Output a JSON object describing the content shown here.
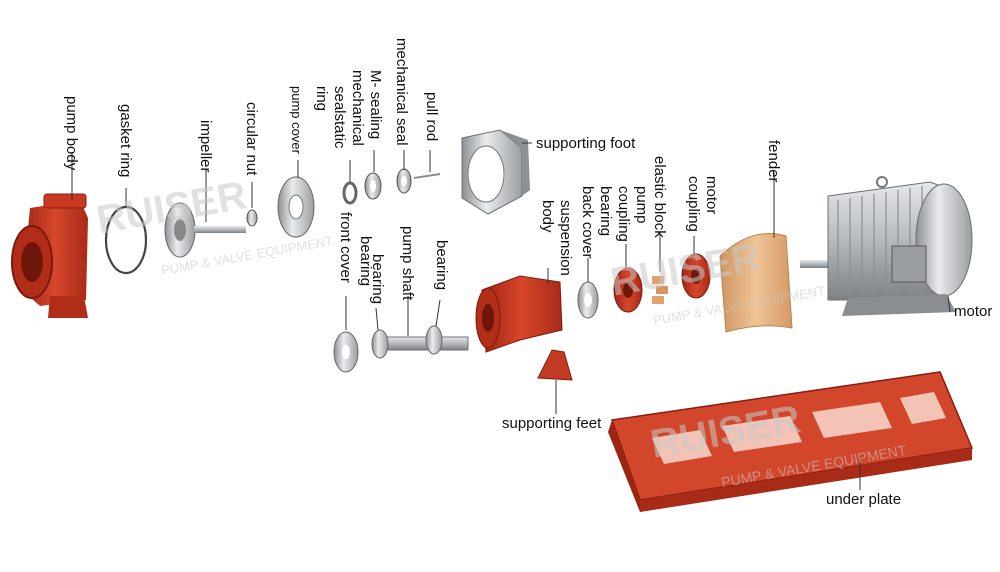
{
  "labels": {
    "pump_body": "pump body",
    "gasket_ring": "gasket ring",
    "impeller": "impeller",
    "circular_nut": "circular nut",
    "pump_cover": "pump cover",
    "sealstatic_ring_1": "sealstatic",
    "sealstatic_ring_2": "ring",
    "m_sealing_1": "M- sealing",
    "m_sealing_2": "mechanical",
    "mechanical_seal": "mechanical seal",
    "pull_rod": "pull rod",
    "supporting_foot": "supporting foot",
    "suspension_body_1": "suspension",
    "suspension_body_2": "body",
    "bearing_back_cover_1": "bearing",
    "bearing_back_cover_2": "back cover",
    "pump_coupling_1": "pump",
    "pump_coupling_2": "coupling",
    "elastic_block": "elastic block",
    "motor_coupling_1": "motor",
    "motor_coupling_2": "coupling",
    "fender": "fender",
    "motor": "motor",
    "bearing_front_cover_1": "bearing",
    "bearing_front_cover_2": "front cover",
    "bearing_left": "bearing",
    "pump_shaft": "pump shaft",
    "bearing_right": "bearing",
    "supporting_feet": "supporting feet",
    "under_plate": "under plate"
  },
  "watermarks": [
    {
      "brand": "RUISER",
      "text": "PUMP & VALVE EQUIPMENT"
    },
    {
      "brand": "RUISER",
      "text": "PUMP & VALVE EQUIPMENT"
    },
    {
      "brand": "RUISER",
      "text": "PUMP & VALVE EQUIPMENT"
    }
  ],
  "colors": {
    "red_part": "#c8351f",
    "red_dark": "#8e1d10",
    "steel": "#b9bcbf",
    "steel_dark": "#6e7275",
    "fender": "#e8b47f",
    "leader": "#333333"
  }
}
